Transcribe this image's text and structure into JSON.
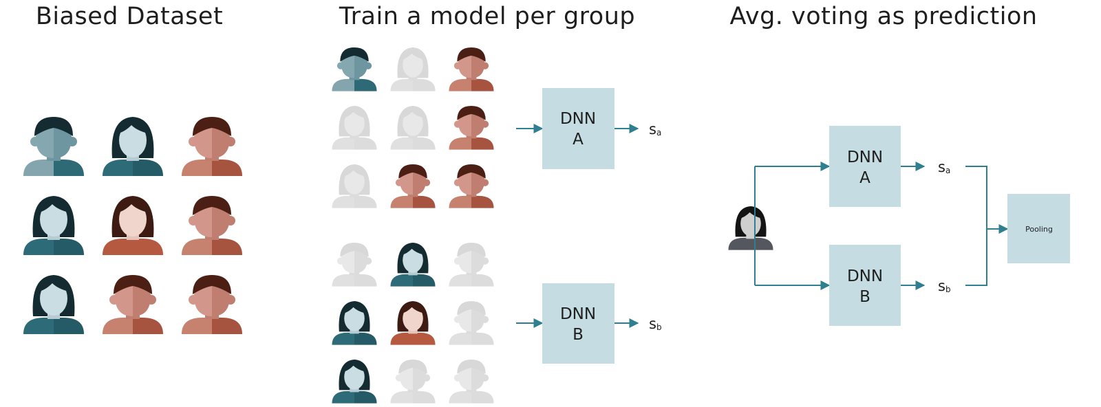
{
  "panels": {
    "left": {
      "title": "Biased Dataset"
    },
    "middle": {
      "title": "Train a model per group"
    },
    "right": {
      "title": "Avg. voting as prediction"
    }
  },
  "colors": {
    "teal_face": "#85a7b0",
    "teal_face_shade": "#6e96a0",
    "teal_hair": "#132b31",
    "teal_body": "#84a5ae",
    "teal_body_shade": "#2e6a76",
    "pale_face": "#c9dde2",
    "pale_face_shade": "#b6ccd2",
    "pale_body": "#2d6b78",
    "pale_body_shade": "#245b67",
    "rose_face": "#d3968a",
    "rose_face_shade": "#c07e70",
    "rose_hair": "#4c1f15",
    "rose_body": "#c7826f",
    "rose_body_shade": "#a65440",
    "light_face": "#f0d5cc",
    "light_face_shade": "#e6c3b8",
    "light_hair": "#3d1a12",
    "light_body": "#b55a40",
    "grey_face": "#e8e8e8",
    "grey_face_shade": "#dcdcdc",
    "grey_hair": "#d8d8d8",
    "grey_body": "#e0e0e0",
    "query_face": "#cfcfcf",
    "query_hair": "#141414",
    "query_body": "#54575d",
    "box_fill": "#c5dde2",
    "arrow": "#2e7f8f",
    "text": "#1e1e1e"
  },
  "groups": [
    {
      "name": "group a",
      "model_top": "DNN",
      "model_bottom": "A",
      "score_base": "s",
      "score_sub": "a",
      "grid": [
        [
          "teal-man",
          "grey-woman",
          "rose-man"
        ],
        [
          "grey-woman",
          "grey-woman",
          "rose-man"
        ],
        [
          "grey-woman",
          "rose-man",
          "rose-man"
        ]
      ]
    },
    {
      "name": "group b",
      "model_top": "DNN",
      "model_bottom": "B",
      "score_base": "s",
      "score_sub": "b",
      "grid": [
        [
          "grey-man",
          "pale-woman",
          "grey-man"
        ],
        [
          "pale-woman",
          "light-woman",
          "grey-man"
        ],
        [
          "pale-woman",
          "grey-man",
          "grey-man"
        ]
      ]
    }
  ],
  "dataset_grid": [
    [
      "teal-man",
      "pale-woman",
      "rose-man"
    ],
    [
      "pale-woman",
      "light-woman",
      "rose-man"
    ],
    [
      "pale-woman",
      "rose-man",
      "rose-man"
    ]
  ],
  "voting": {
    "pooling_label": "Pooling",
    "query": "query-woman"
  }
}
